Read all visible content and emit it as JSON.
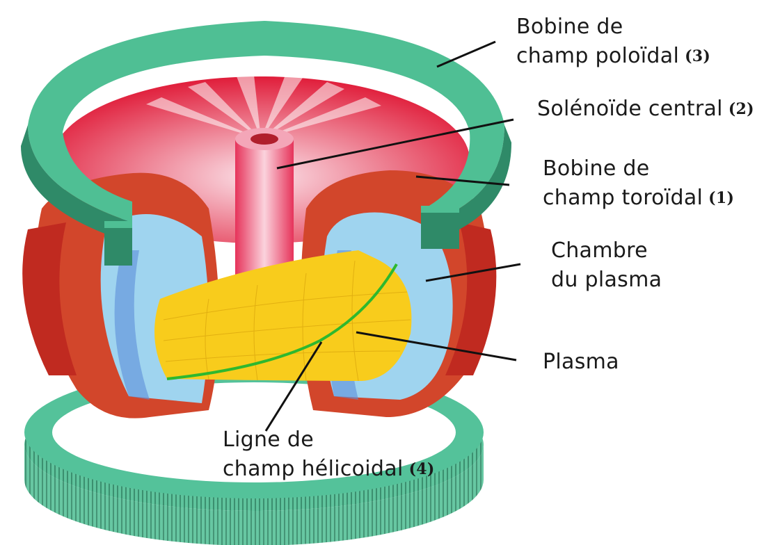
{
  "colors": {
    "poloidal_coil": "#4fbf94",
    "poloidal_coil_dark": "#2f8a68",
    "toroidal_coil": "#d2462b",
    "toroidal_coil_inner": "#e11f35",
    "solenoid": "#f07a96",
    "vacuum_chamber": "#9fd4ef",
    "plasma": "#f8cc1c",
    "field_line": "#33bb33"
  },
  "labels": {
    "poloidal": {
      "line1": "Bobine de",
      "line2": "champ poloïdal",
      "num": "(3)"
    },
    "solenoid": {
      "line1": "Solénoïde central",
      "num": "(2)"
    },
    "toroidal": {
      "line1": "Bobine de",
      "line2": "champ toroïdal",
      "num": "(1)"
    },
    "chamber": {
      "line1": "Chambre",
      "line2": "du plasma"
    },
    "plasma": {
      "line1": "Plasma"
    },
    "helical": {
      "line1": "Ligne de",
      "line2": "champ hélicoidal",
      "num": "(4)"
    }
  }
}
